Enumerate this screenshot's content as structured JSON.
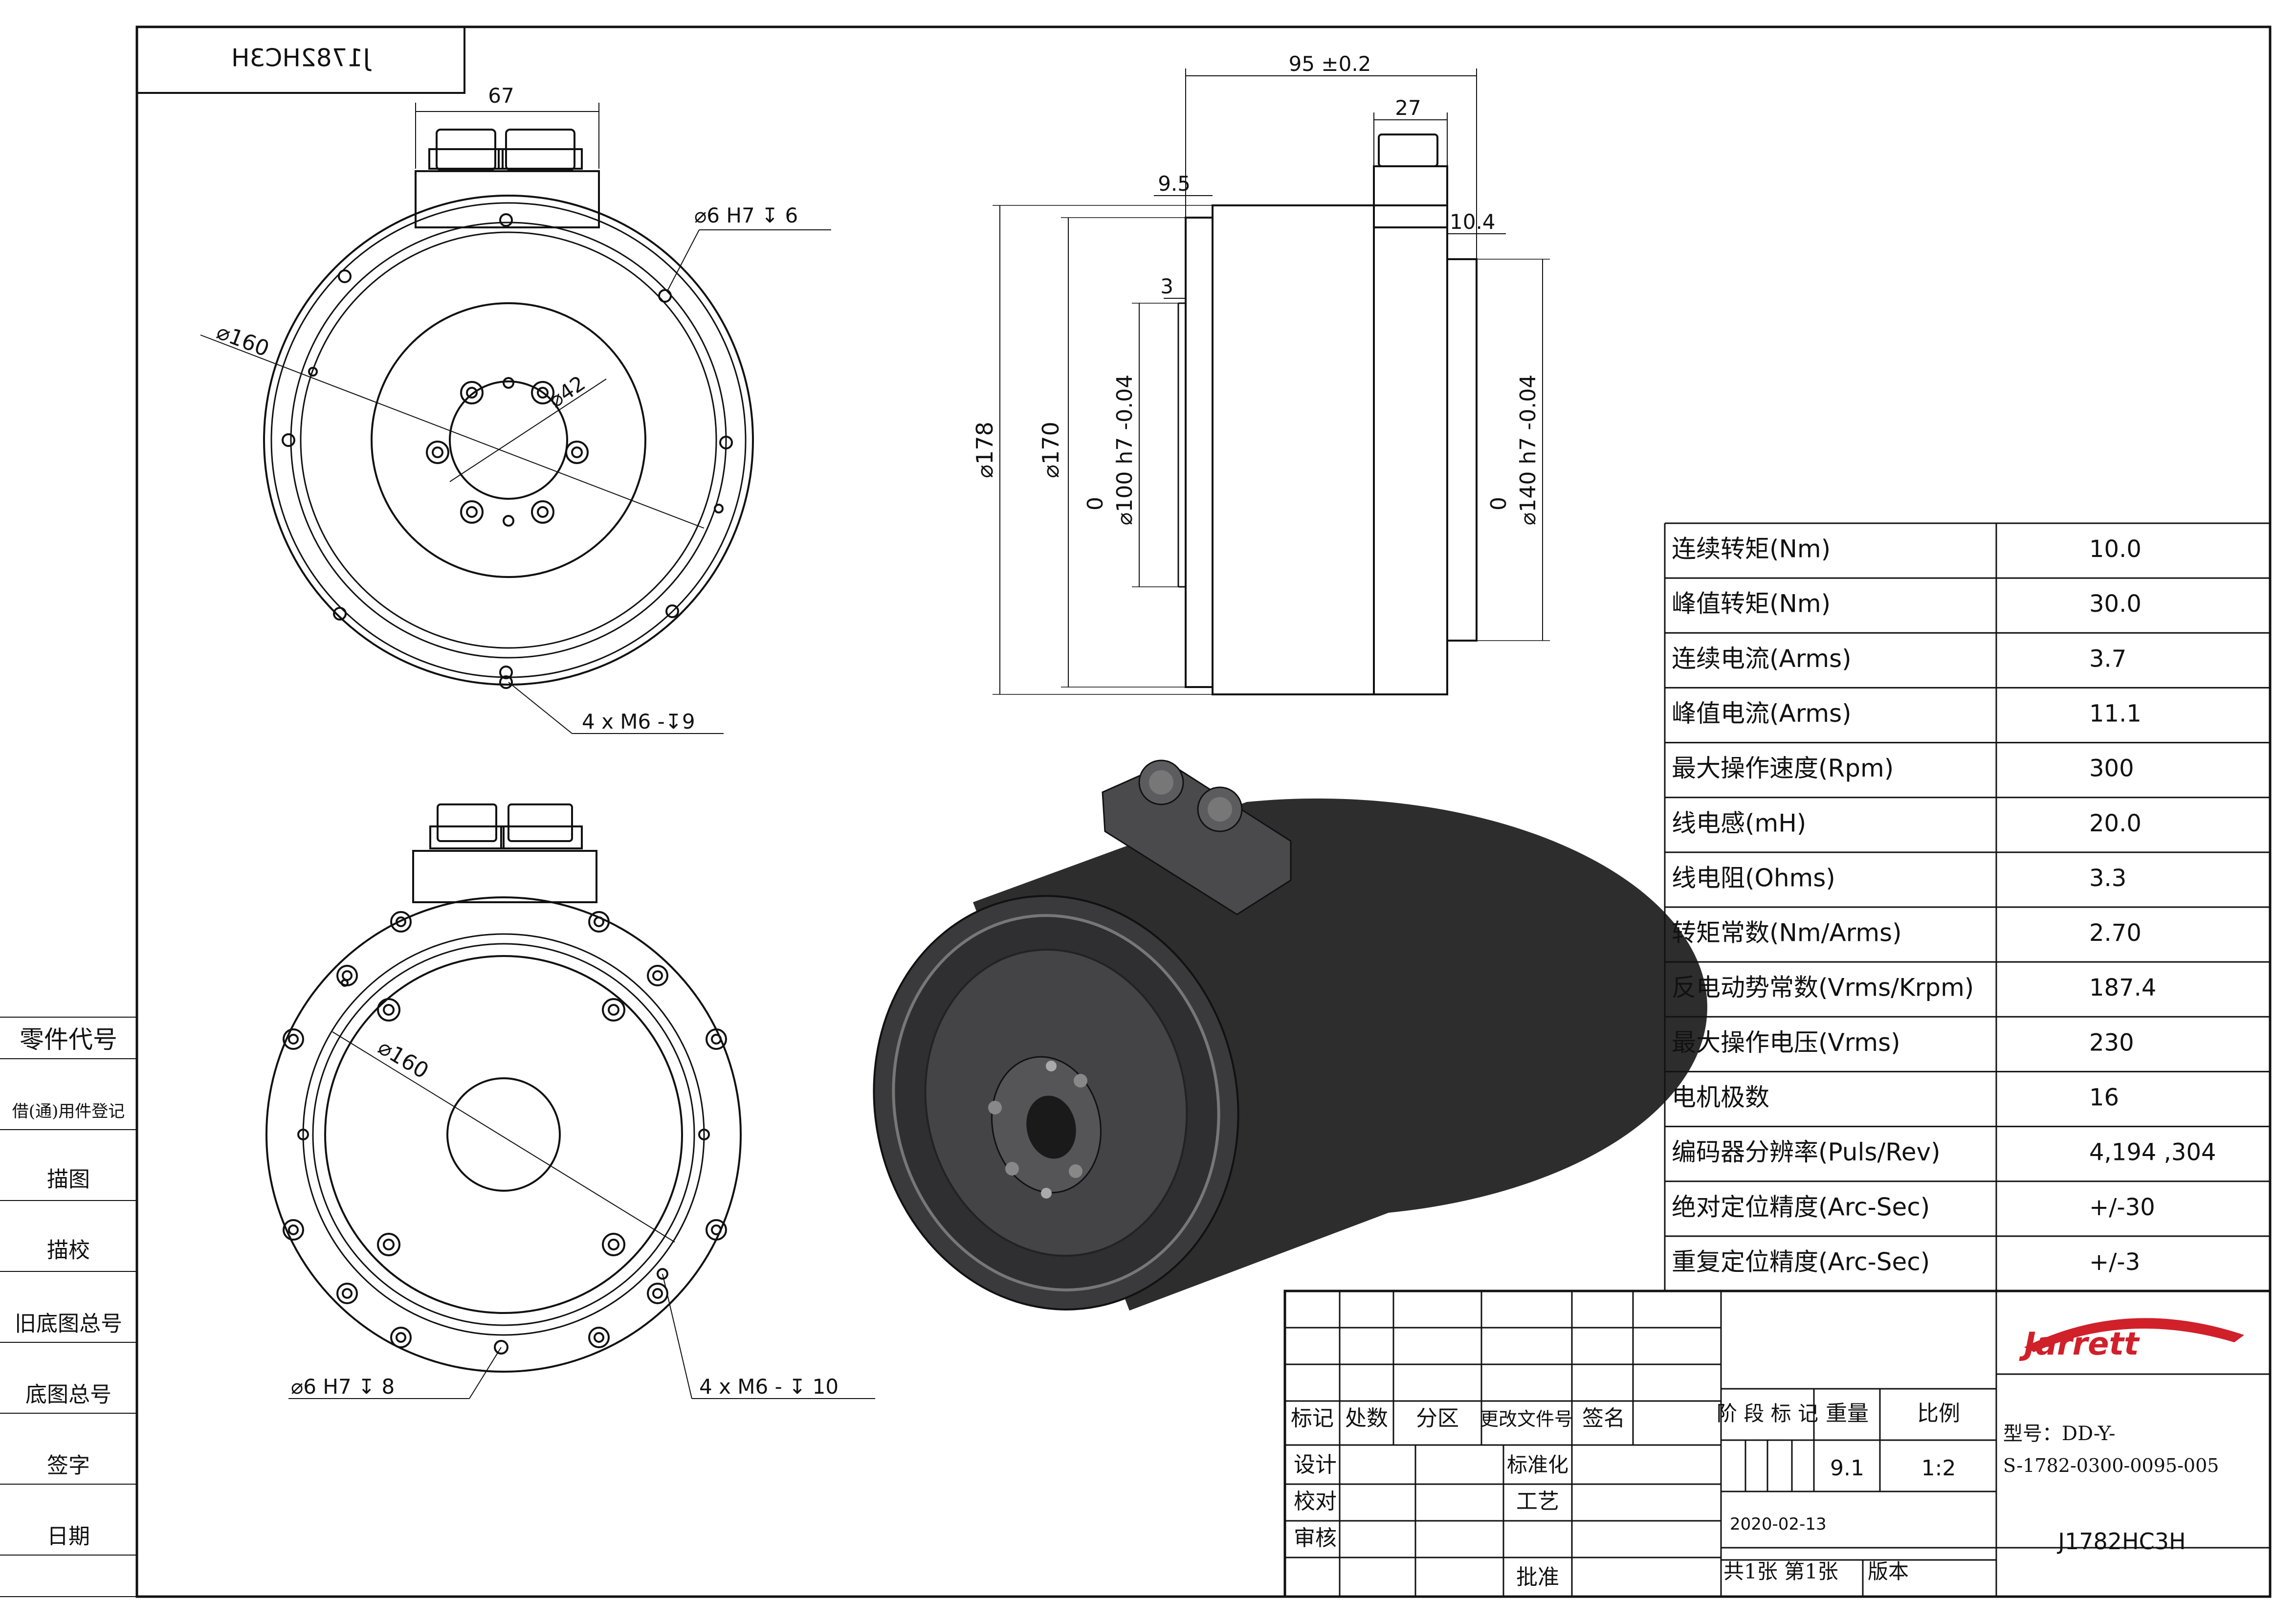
{
  "drawing": {
    "title_block_mirror": "J1782HC3H",
    "model_label": "型号：DD-Y-",
    "model_number": "S-1782-0300-0095-005",
    "drawing_code": "J1782HC3H",
    "date": "2020-02-13",
    "weight": "9.1",
    "scale": "1:2",
    "sheets": "共1张 第1张",
    "version_label": "版本",
    "brand": "Jarrett"
  },
  "dimensions": {
    "front_width": "67",
    "hole_spec_top": "⌀6  H7 ↧ 6",
    "dia_160_front": "⌀160",
    "dia_42": "⌀42",
    "bolt_spec_front": "4 x  M6 -↧9",
    "total_length": "95 ±0.2",
    "conn_width": "27",
    "flange_step": "9.5",
    "step_10_4": "10.4",
    "step_3": "3",
    "dia_178": "⌀178",
    "dia_170": "⌀170",
    "dia_100": "⌀100 h7 -0.04",
    "dia_100_upper": "0",
    "dia_140": "⌀140 h7 -0.04",
    "dia_140_upper": "0",
    "dia_160_rear": "⌀160",
    "hole_spec_rear": "⌀6  H7  ↧ 8",
    "bolt_spec_rear": "4 x  M6 - ↧ 10"
  },
  "left_margin": [
    "零件代号",
    "借(通)用件登记",
    "描图",
    "描校",
    "旧底图总号",
    "底图总号",
    "签字",
    "日期"
  ],
  "specs": [
    {
      "name": "连续转矩(Nm)",
      "value": "10.0"
    },
    {
      "name": "峰值转矩(Nm)",
      "value": "30.0"
    },
    {
      "name": "连续电流(Arms)",
      "value": "3.7"
    },
    {
      "name": "峰值电流(Arms)",
      "value": "11.1"
    },
    {
      "name": "最大操作速度(Rpm)",
      "value": "300"
    },
    {
      "name": "线电感(mH)",
      "value": "20.0"
    },
    {
      "name": "线电阻(Ohms)",
      "value": "3.3"
    },
    {
      "name": "转矩常数(Nm/Arms)",
      "value": "2.70"
    },
    {
      "name": "反电动势常数(Vrms/Krpm)",
      "value": "187.4"
    },
    {
      "name": "最大操作电压(Vrms)",
      "value": "230"
    },
    {
      "name": "电机极数",
      "value": "16"
    },
    {
      "name": "编码器分辨率(Puls/Rev)",
      "value": "4,194 ,304"
    },
    {
      "name": "绝对定位精度(Arc-Sec)",
      "value": "+/-30"
    },
    {
      "name": "重复定位精度(Arc-Sec)",
      "value": "+/-3"
    }
  ],
  "title_block": {
    "rev_headers": [
      "标记",
      "处数",
      "分区",
      "更改文件号",
      "签名"
    ],
    "roles": [
      "设计",
      "校对",
      "审核"
    ],
    "roles_right": [
      "标准化",
      "工艺",
      "批准"
    ],
    "stage_header": "阶 段 标 记",
    "weight_header": "重量",
    "scale_header": "比例"
  },
  "colors": {
    "line": "#111111",
    "motor_dark": "#2d2d2e",
    "motor_mid": "#4a4a4c",
    "brand_red": "#d0202a"
  }
}
